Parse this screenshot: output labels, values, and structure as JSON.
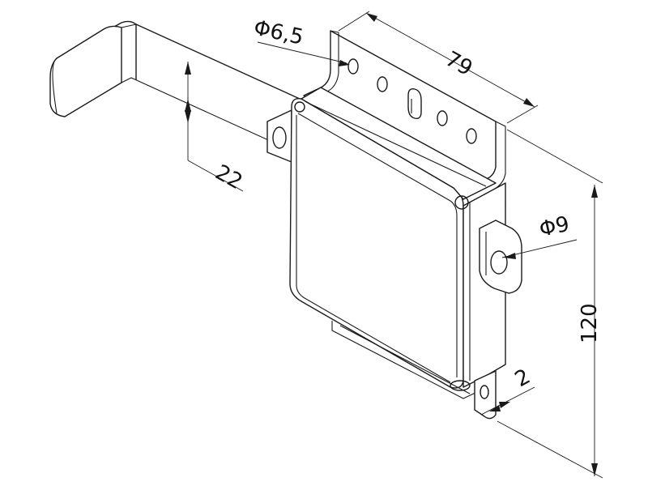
{
  "drawing": {
    "dimensions": {
      "hole_small": "Φ6,5",
      "hole_large": "Φ9",
      "width": "79",
      "height": "120",
      "offset": "22",
      "thickness": "2"
    }
  }
}
